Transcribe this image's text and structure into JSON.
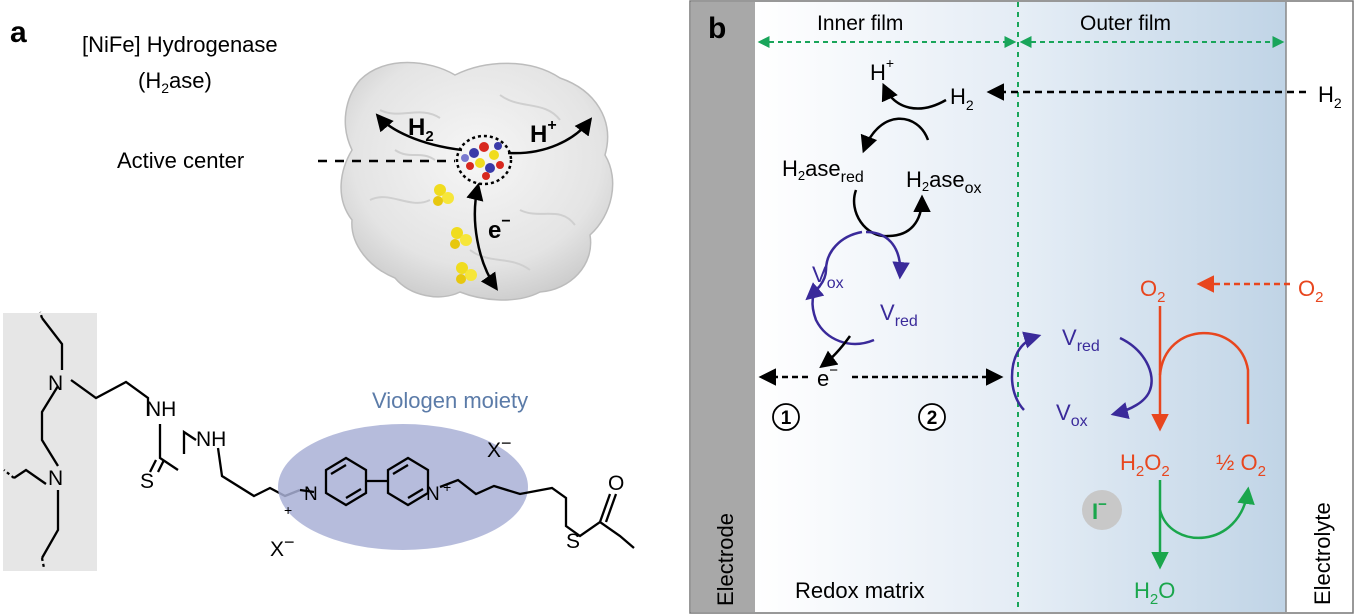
{
  "panel_a": {
    "label": "a",
    "title_line1": "[NiFe] Hydrogenase",
    "title_line2_pre": "(H",
    "title_line2_sub": "2",
    "title_line2_post": "ase)",
    "active_center": "Active center",
    "h2_main": "H",
    "h2_sub": "2",
    "hplus_main": "H",
    "hplus_sup": "+",
    "e_main": "e",
    "e_sup": "−",
    "viologen_moiety": "Viologen moiety",
    "atoms": {
      "n1": "N",
      "n2": "N",
      "nh1": "NH",
      "nh2": "NH",
      "s1": "S",
      "n_plus_1": "N",
      "plus_1": "+",
      "n_plus_2": "N",
      "plus_2": "+",
      "x_minus_1": "X",
      "x_minus_2": "X",
      "minus": "−",
      "s2": "S",
      "o1": "O"
    },
    "colors": {
      "viologen_ellipse": "#a9b0d6",
      "viologen_text": "#5b7ba8",
      "polymer_bg": "#e6e6e6"
    }
  },
  "panel_b": {
    "label": "b",
    "inner_film": "Inner film",
    "outer_film": "Outer film",
    "electrode": "Electrode",
    "electrolyte": "Electrolyte",
    "redox_matrix": "Redox matrix",
    "h2_top_main": "H",
    "h2_top_sub": "2",
    "h2_right_main": "H",
    "h2_right_sub": "2",
    "hplus_main": "H",
    "hplus_sup": "+",
    "h2ase_red_main": "H",
    "h2ase_red_sub": "2",
    "h2ase_red_ase": "ase",
    "h2ase_red_suffix": "red",
    "h2ase_ox_main": "H",
    "h2ase_ox_sub": "2",
    "h2ase_ox_ase": "ase",
    "h2ase_ox_suffix": "ox",
    "v_ox_1_main": "V",
    "v_ox_1_sub": "ox",
    "v_red_1_main": "V",
    "v_red_1_sub": "red",
    "v_red_2_main": "V",
    "v_red_2_sub": "red",
    "v_ox_2_main": "V",
    "v_ox_2_sub": "ox",
    "e_main": "e",
    "e_sup": "−",
    "circle_1": "1",
    "circle_2": "2",
    "o2_top_main": "O",
    "o2_top_sub": "2",
    "o2_right_main": "O",
    "o2_right_sub": "2",
    "h2o2_h": "H",
    "h2o2_h_sub": "2",
    "h2o2_o": "O",
    "h2o2_o_sub": "2",
    "half_o2": "½ O",
    "half_o2_sub": "2",
    "iodide_main": "I",
    "iodide_sup": "−",
    "h2o_h": "H",
    "h2o_sub": "2",
    "h2o_o": "O",
    "colors": {
      "violet": "#3a2a9a",
      "orange": "#e8461e",
      "green": "#1aa64c",
      "dashed_green": "#19a55a",
      "electrode_gray": "#a8a8a8"
    }
  }
}
